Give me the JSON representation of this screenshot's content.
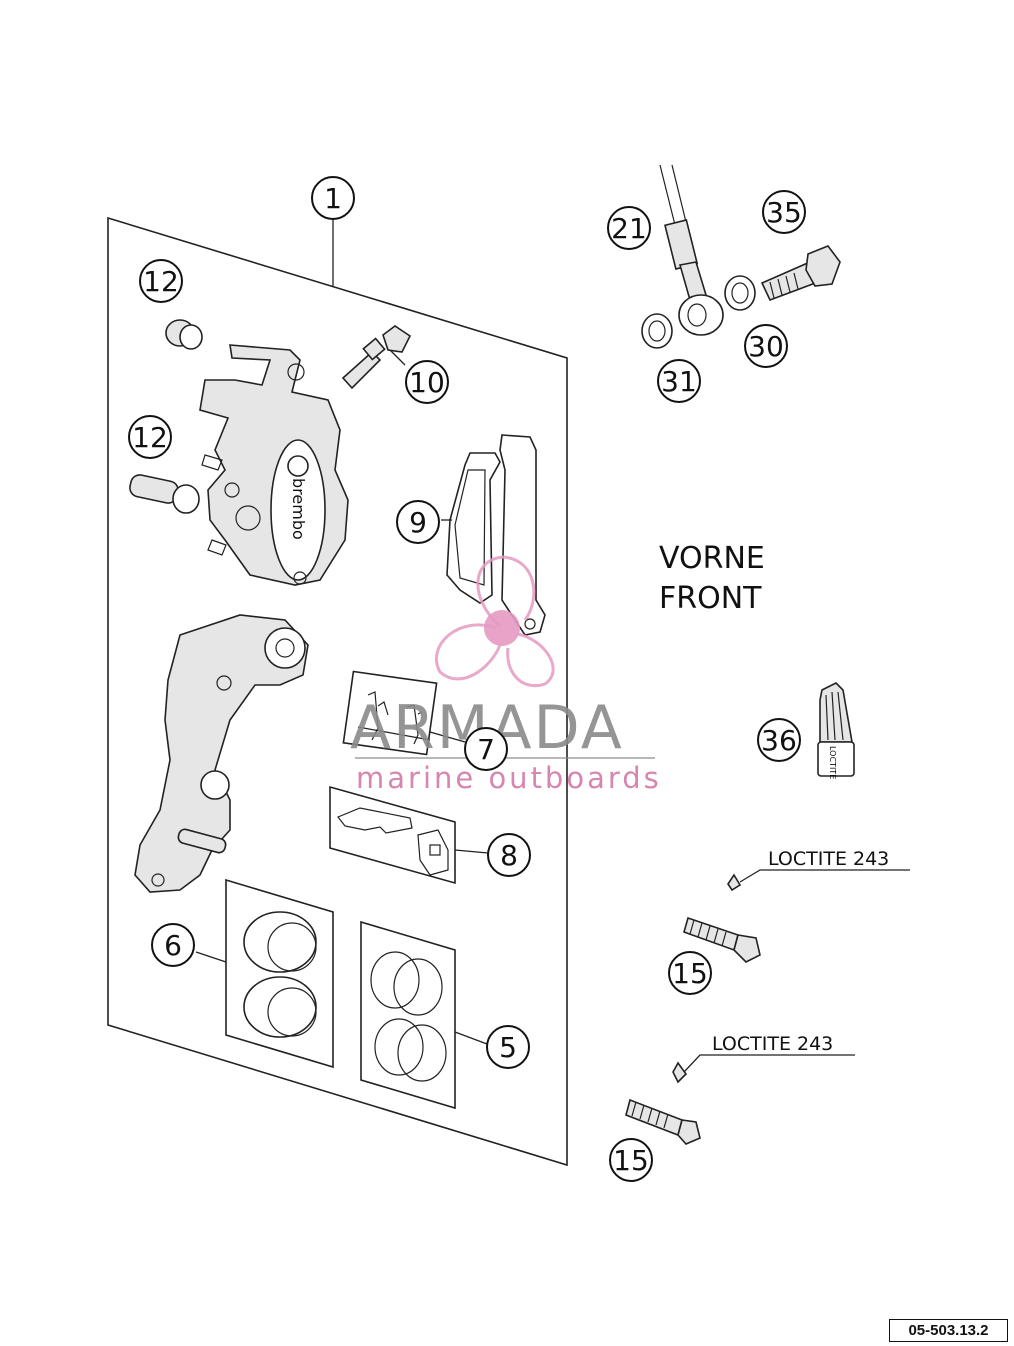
{
  "callouts": {
    "c1": "1",
    "c12a": "12",
    "c12b": "12",
    "c10": "10",
    "c9": "9",
    "c7": "7",
    "c8": "8",
    "c6": "6",
    "c5": "5",
    "c21": "21",
    "c35": "35",
    "c30": "30",
    "c31": "31",
    "c36": "36",
    "c15a": "15",
    "c15b": "15"
  },
  "labels": {
    "vorne": "VORNE",
    "front": "FRONT",
    "loctite_a": "LOCTITE 243",
    "loctite_b": "LOCTITE 243",
    "brand_caliper": "brembo",
    "tube_brand": "LOCTITE"
  },
  "watermark": {
    "title": "ARMADA",
    "subtitle": "marine outboards"
  },
  "reference": "05-503.13.2",
  "colors": {
    "line": "#222222",
    "watermark_pink": "#e49ac2",
    "watermark_grey": "#8a8a8a"
  }
}
